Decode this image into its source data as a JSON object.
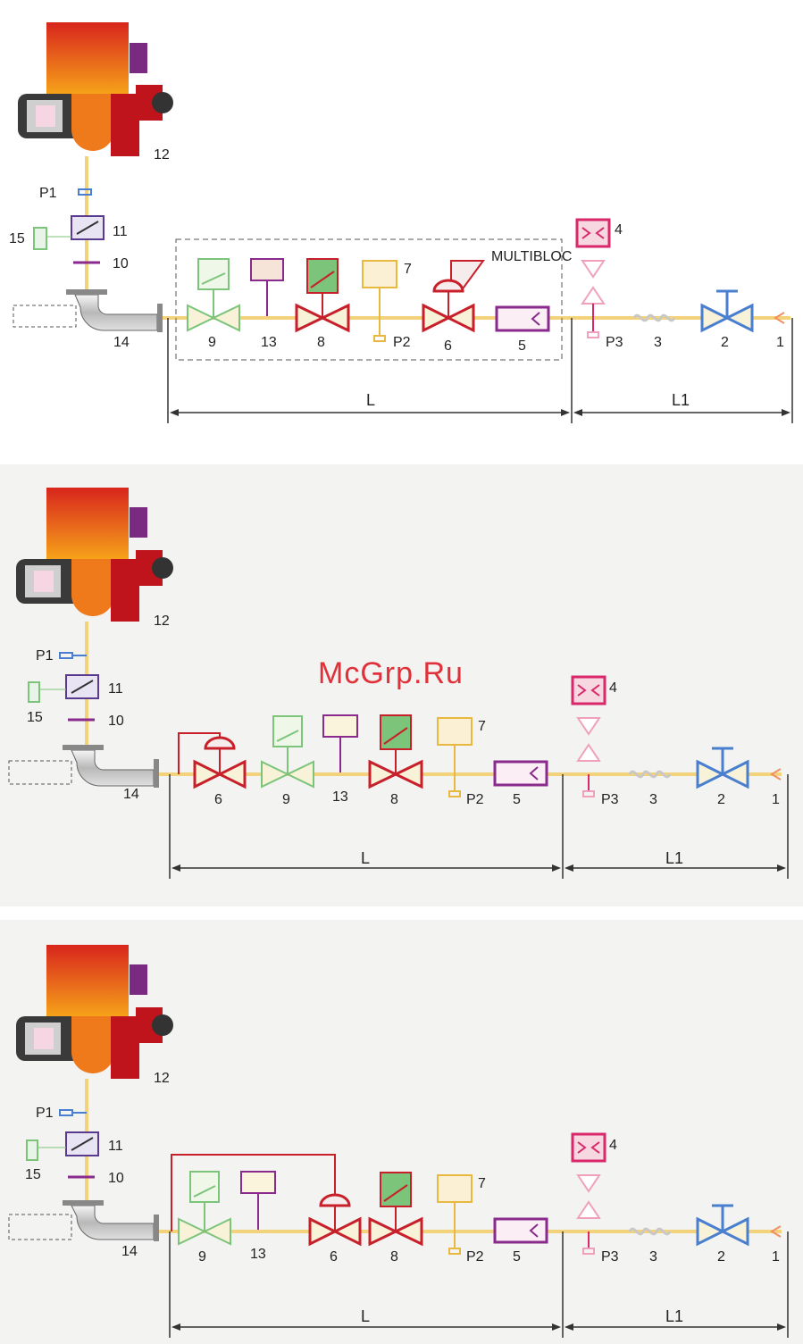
{
  "watermark": "McGrp.Ru",
  "panels": [
    {
      "id": "panel-1",
      "multibloc_label": "MULTIBLOC",
      "dimension_labels": [
        "L",
        "L1"
      ],
      "component_labels": [
        "9",
        "13",
        "8",
        "7",
        "P2",
        "6",
        "5",
        "4",
        "P3",
        "3",
        "2",
        "1",
        "11",
        "10",
        "12",
        "14",
        "15",
        "P1"
      ]
    },
    {
      "id": "panel-2",
      "dimension_labels": [
        "L",
        "L1"
      ],
      "component_labels": [
        "6",
        "9",
        "13",
        "8",
        "7",
        "P2",
        "5",
        "4",
        "P3",
        "3",
        "2",
        "1",
        "11",
        "10",
        "12",
        "14",
        "15",
        "P1"
      ]
    },
    {
      "id": "panel-3",
      "dimension_labels": [
        "L",
        "L1"
      ],
      "component_labels": [
        "9",
        "13",
        "6",
        "8",
        "7",
        "P2",
        "5",
        "4",
        "P3",
        "3",
        "2",
        "1",
        "11",
        "10",
        "12",
        "14",
        "15",
        "P1"
      ]
    }
  ],
  "colors": {
    "gas_line": "#f2d27a",
    "burner_orange": "#e8731c",
    "burner_red": "#c8141e",
    "valve_red": "#c8202a",
    "valve_green": "#7cc47a",
    "valve_blue": "#4a7fd0",
    "filter_purple": "#8a2a8c",
    "pressure_pink": "#d8286a",
    "pressure_yellow": "#e8b840"
  }
}
